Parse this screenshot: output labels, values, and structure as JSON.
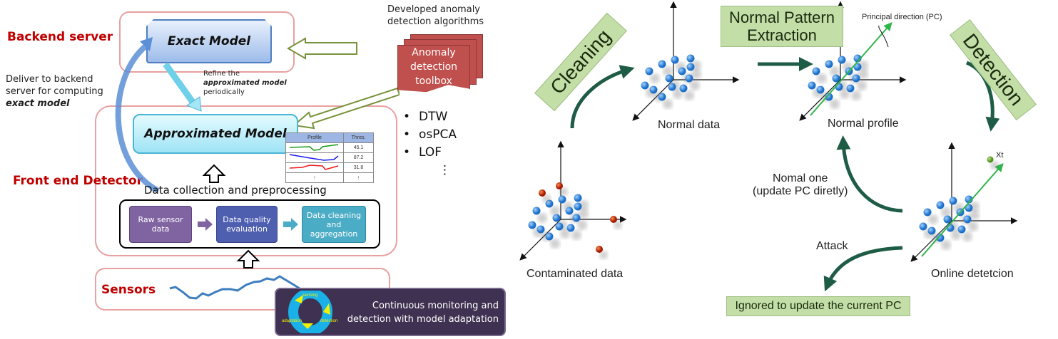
{
  "left_diagram": {
    "backend_label": "Backend server",
    "frontend_label": "Front end Detector",
    "sensors_label": "Sensors",
    "exact_model": "Exact Model",
    "approx_model": "Approximated Model",
    "deliver_text": {
      "line1": "Deliver to backend",
      "line2": "server for computing",
      "line3": "exact model"
    },
    "refine_text": {
      "line1": "Refine the",
      "line2": "approximated model",
      "line3": "periodically"
    },
    "developed_text": {
      "line1": "Developed anomaly",
      "line2": "detection algorithms"
    },
    "toolbox": {
      "line1": "Anomaly",
      "line2": "detection",
      "line3": "toolbox"
    },
    "algorithms": [
      "DTW",
      "osPCA",
      "LOF",
      "⋮"
    ],
    "profile_table": {
      "headers": [
        "Profile",
        "Thres."
      ],
      "rows": [
        {
          "line_color": "#1a9a1a",
          "threshold": "45.1"
        },
        {
          "line_color": "#1a1aee",
          "threshold": "87.2"
        },
        {
          "line_color": "#ee1a1a",
          "threshold": "31.8"
        },
        {
          "line_color": "",
          "threshold": "⁝"
        }
      ]
    },
    "data_collection_label": "Data collection and preprocessing",
    "pipeline": [
      {
        "label": "Raw sensor data",
        "color": "#8064a2"
      },
      {
        "label": "Data quality evaluation",
        "color": "#4f5fb0"
      },
      {
        "label": "Data cleaning and aggregation",
        "color": "#4bacc6"
      }
    ],
    "continuous_box": {
      "line1": "Continuous monitoring and",
      "line2": "detection with model adaptation",
      "cycle_labels": [
        "sensing",
        "detection",
        "adaptation"
      ]
    }
  },
  "right_diagram": {
    "cleaning_tag": "Cleaning",
    "npe_tag": {
      "line1": "Normal Pattern",
      "line2": "Extraction"
    },
    "detection_tag": "Detection",
    "normal_data_label": "Normal data",
    "normal_profile_label": "Normal profile",
    "principal_direction_label": "Principal direction (PC)",
    "contaminated_label": "Contaminated data",
    "online_detection_label": "Online detetcion",
    "xt_label": "Xt",
    "normal_one": {
      "line1": "Nomal one",
      "line2": "(update PC diretly)"
    },
    "attack_label": "Attack",
    "ignored_tag": "Ignored to update the current PC"
  },
  "colors": {
    "region_border": "#e8a0a0",
    "label_red": "#c00000",
    "arrow_green_dark": "#1e5c46",
    "tag_green": "#c3dea7",
    "pc_arrow": "#2fb54a",
    "dot_blue": "#3a8ee0",
    "dot_red": "#c0300a"
  }
}
